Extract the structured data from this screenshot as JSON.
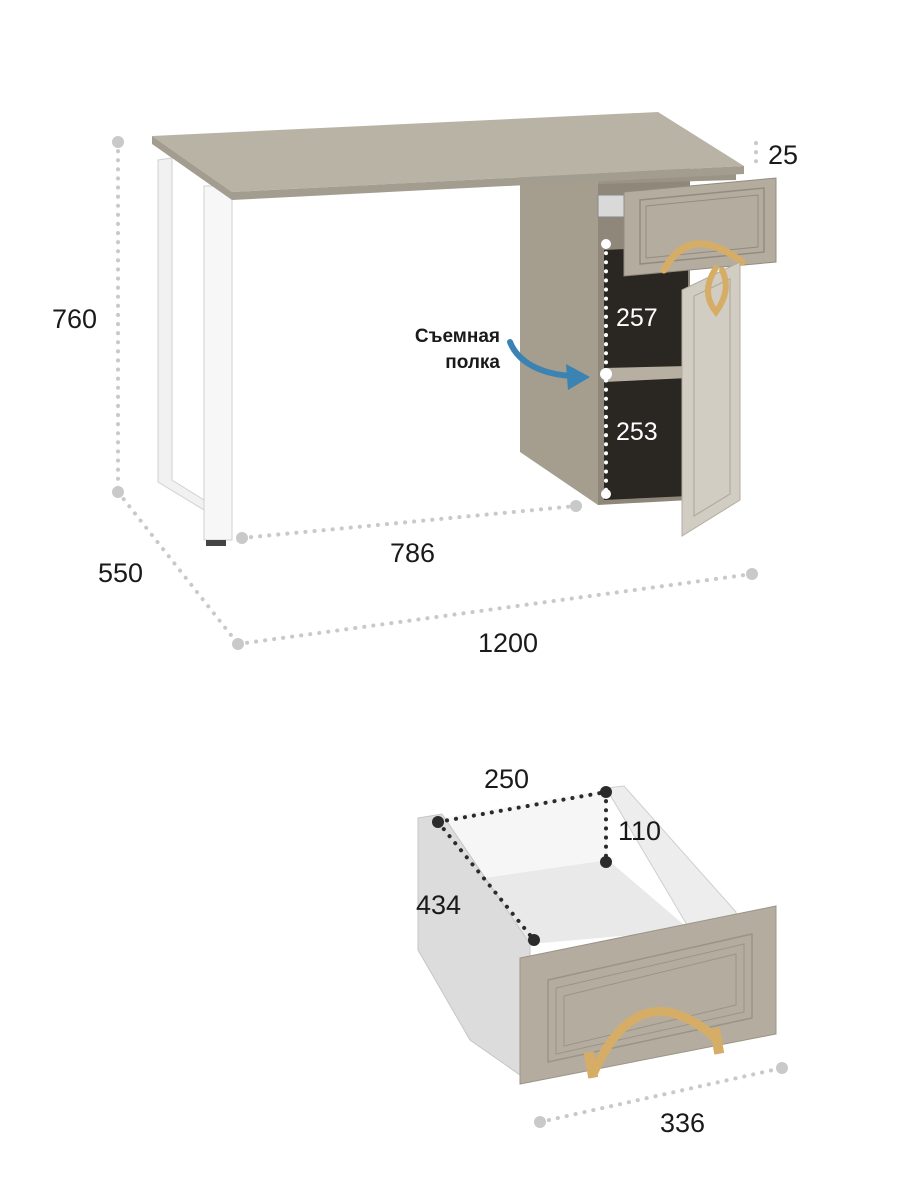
{
  "desk": {
    "height_label": "760",
    "top_thickness_label": "25",
    "depth_label": "550",
    "width_label": "1200",
    "leg_gap_label": "786",
    "upper_section_label": "257",
    "lower_section_label": "253",
    "shelf_note_line1": "Съемная",
    "shelf_note_line2": "полка"
  },
  "drawer": {
    "inner_width_label": "250",
    "inner_height_label": "110",
    "inner_depth_label": "434",
    "front_width_label": "336"
  },
  "colors": {
    "panel": "#a59e8f",
    "panel_dark": "#8f887a",
    "top": "#b9b3a5",
    "door": "#d2cdc2",
    "frame": "#ffffff",
    "interior": "#2a2622",
    "handle": "#d6ad67",
    "dots_light": "#c9c9c9",
    "dots_dark": "#2b2b2b",
    "arrow": "#3a83b2"
  }
}
